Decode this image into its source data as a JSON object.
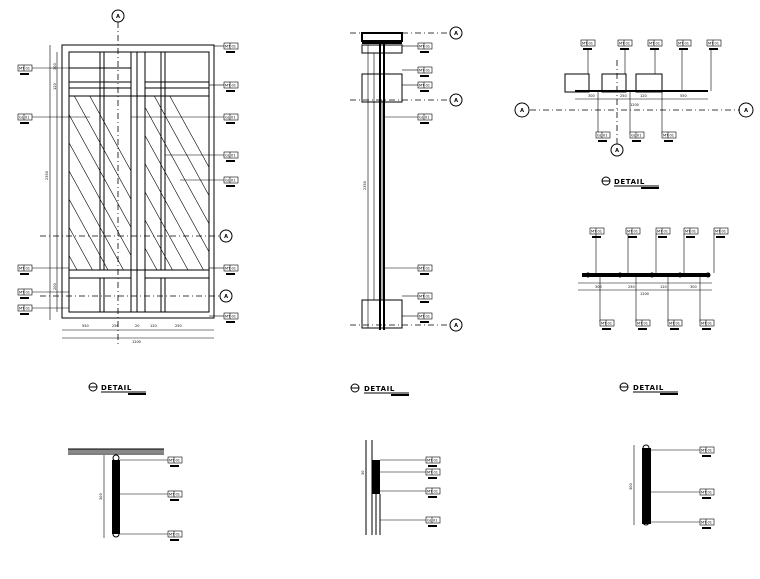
{
  "section_title": "DETAIL",
  "tags": {
    "mt": "MT 01",
    "gl": "GL 01"
  },
  "bubble": "A",
  "dims": {
    "total_width": "1200",
    "total_height": "2350",
    "d550": "550",
    "d300": "300",
    "d120": "120",
    "d200": "200",
    "d250": "250",
    "d20": "20",
    "d30": "30"
  }
}
